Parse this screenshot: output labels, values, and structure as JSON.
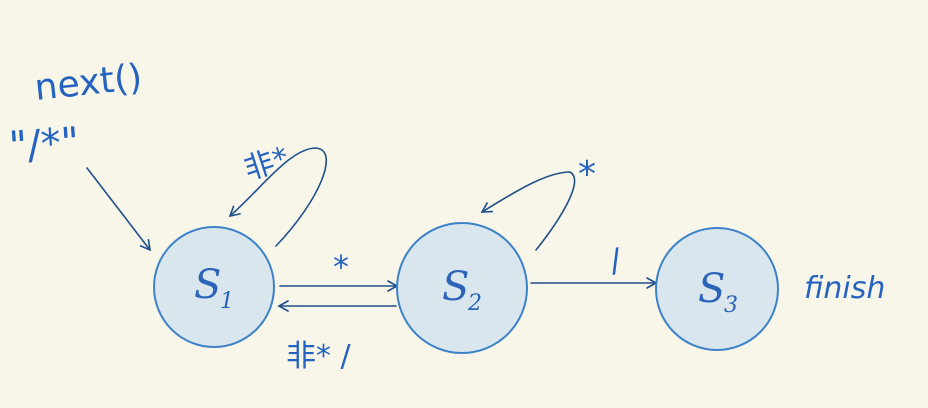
{
  "entry": {
    "label_call": "next()",
    "label_chars": "\"/*\""
  },
  "states": [
    {
      "id": "s1",
      "letter": "S",
      "subscript": "1"
    },
    {
      "id": "s2",
      "letter": "S",
      "subscript": "2"
    },
    {
      "id": "s3",
      "letter": "S",
      "subscript": "3"
    }
  ],
  "transitions": {
    "s1_self": "非*",
    "s2_self": "*",
    "s1_to_s2": "*",
    "s2_to_s1": "非* /",
    "s2_to_s3": "/"
  },
  "final_label": "finish",
  "colors": {
    "ink": "#2563c0",
    "arrow": "#1f4f8a",
    "node_fill": "#d9e6ee",
    "node_stroke": "#3b82c9",
    "background": "#f8f5e9"
  }
}
